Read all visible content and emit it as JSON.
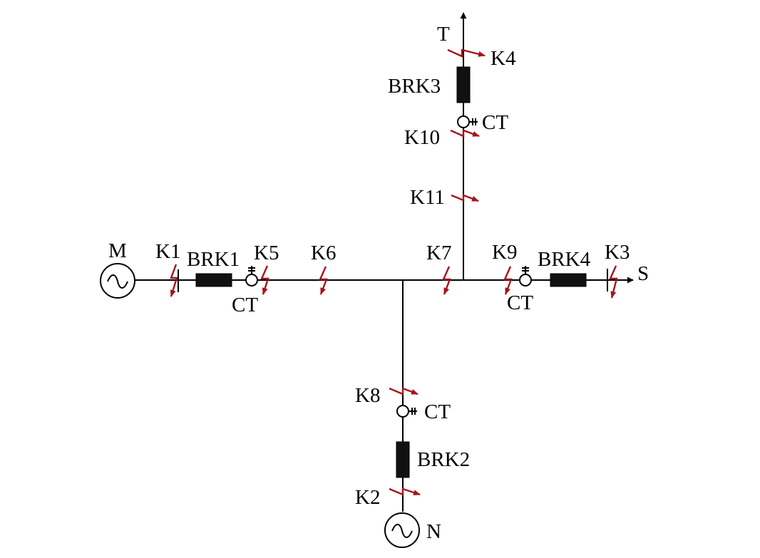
{
  "colors": {
    "wire": "#000000",
    "breaker": "#111111",
    "fault_arrow": "#a5131c"
  },
  "sources": {
    "M": "M",
    "N": "N"
  },
  "terminals": {
    "T": "T",
    "S": "S"
  },
  "breakers": {
    "brk1": "BRK1",
    "brk2": "BRK2",
    "brk3": "BRK3",
    "brk4": "BRK4"
  },
  "ct_label": "CT",
  "faults": {
    "k1": "K1",
    "k2": "K2",
    "k3": "K3",
    "k4": "K4",
    "k5": "K5",
    "k6": "K6",
    "k7": "K7",
    "k8": "K8",
    "k9": "K9",
    "k10": "K10",
    "k11": "K11"
  },
  "icons": {
    "source": "ac-source-icon",
    "fault": "fault-lightning-arrow-icon",
    "ct": "current-transformer-icon"
  }
}
